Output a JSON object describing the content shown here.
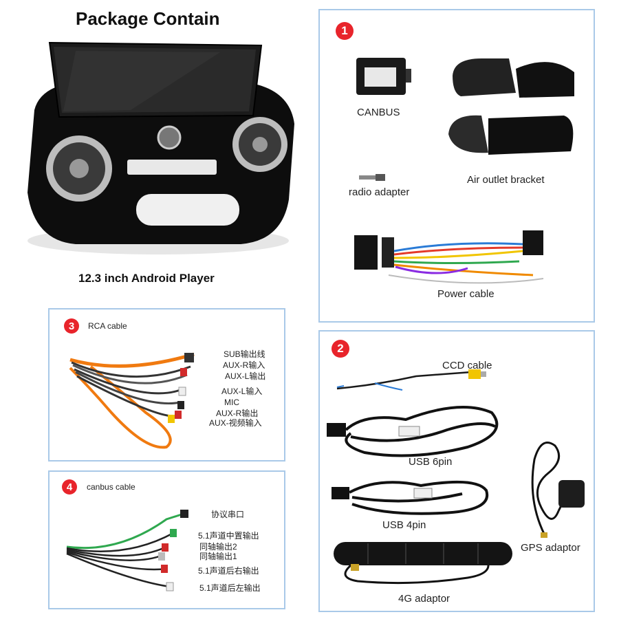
{
  "header": {
    "title": "Package Contain"
  },
  "player": {
    "caption": "12.3 inch Android Player"
  },
  "panel1": {
    "number": "1",
    "canbus": "CANBUS",
    "radio_adapter": "radio adapter",
    "air_outlet_bracket": "Air outlet bracket",
    "power_cable": "Power cable"
  },
  "panel2": {
    "number": "2",
    "ccd_cable": "CCD cable",
    "usb6": "USB 6pin",
    "usb4": "USB 4pin",
    "gps": "GPS adaptor",
    "adaptor4g": "4G adaptor"
  },
  "panel3": {
    "number": "3",
    "title": "RCA cable",
    "labels": [
      "SUB输出线",
      "AUX-R输入",
      "AUX-L输出",
      "AUX-L输入",
      "MIC",
      "AUX-R输出",
      "AUX-视频输入"
    ]
  },
  "panel4": {
    "number": "4",
    "title": "canbus cable",
    "labels": [
      "协议串口",
      "5.1声道中置输出",
      "同轴输出2",
      "同轴输出1",
      "5.1声道后右输出",
      "5.1声道后左输出"
    ]
  }
}
